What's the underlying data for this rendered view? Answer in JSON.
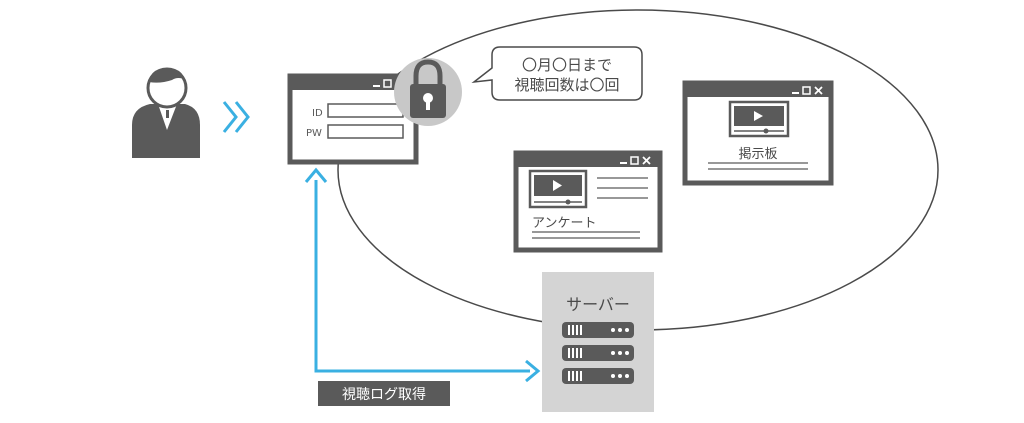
{
  "login": {
    "id_label": "ID",
    "pw_label": "PW"
  },
  "speech": {
    "line1": "〇月〇日まで",
    "line2": "視聴回数は〇回"
  },
  "board_window": {
    "label": "掲示板"
  },
  "survey_window": {
    "label": "アンケート"
  },
  "server": {
    "label": "サーバー"
  },
  "log_tag": {
    "label": "視聴ログ取得"
  },
  "colors": {
    "dark_gray": "#5a5a5a",
    "light_gray": "#c8c8c8",
    "server_bg": "#d4d4d4",
    "accent_blue": "#3ab0e2",
    "white": "#ffffff"
  },
  "icons": {
    "user": "person-icon",
    "arrow": "double-chevron-right-icon",
    "lock": "lock-icon",
    "play": "play-icon",
    "server": "server-rack-icon"
  }
}
